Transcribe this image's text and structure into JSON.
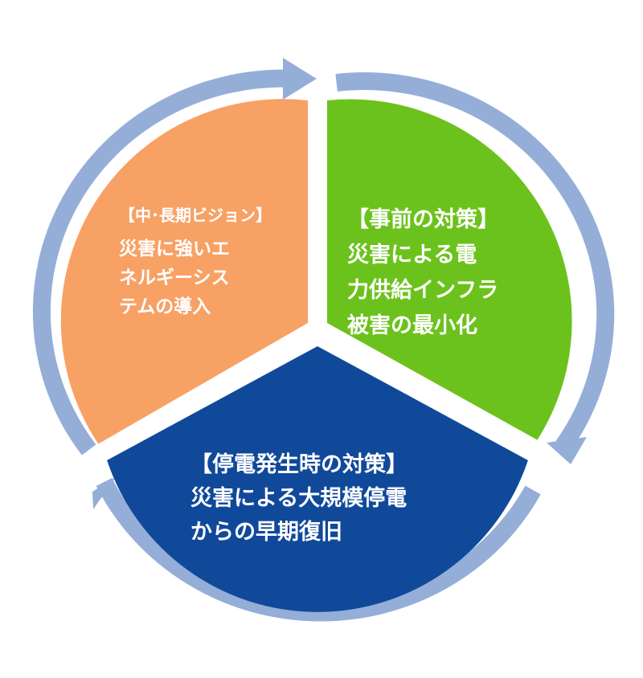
{
  "colors": {
    "background": "#ffffff",
    "ring": "#95aed8",
    "long_term": "#f7a165",
    "before": "#6cc21c",
    "during": "#11499a",
    "text": "#ffffff"
  },
  "segments": {
    "long_term": {
      "heading": "【中･長期ビジョン】",
      "lines": [
        "災害に強いエ",
        "ネルギーシス",
        "テムの導入"
      ]
    },
    "before": {
      "heading": "【事前の対策】",
      "lines": [
        "災害による電",
        "力供給インフラ",
        "被害の最小化"
      ]
    },
    "during": {
      "heading": "【停電発生時の対策】",
      "lines": [
        "災害による大規模停電",
        "からの早期復旧"
      ]
    }
  }
}
